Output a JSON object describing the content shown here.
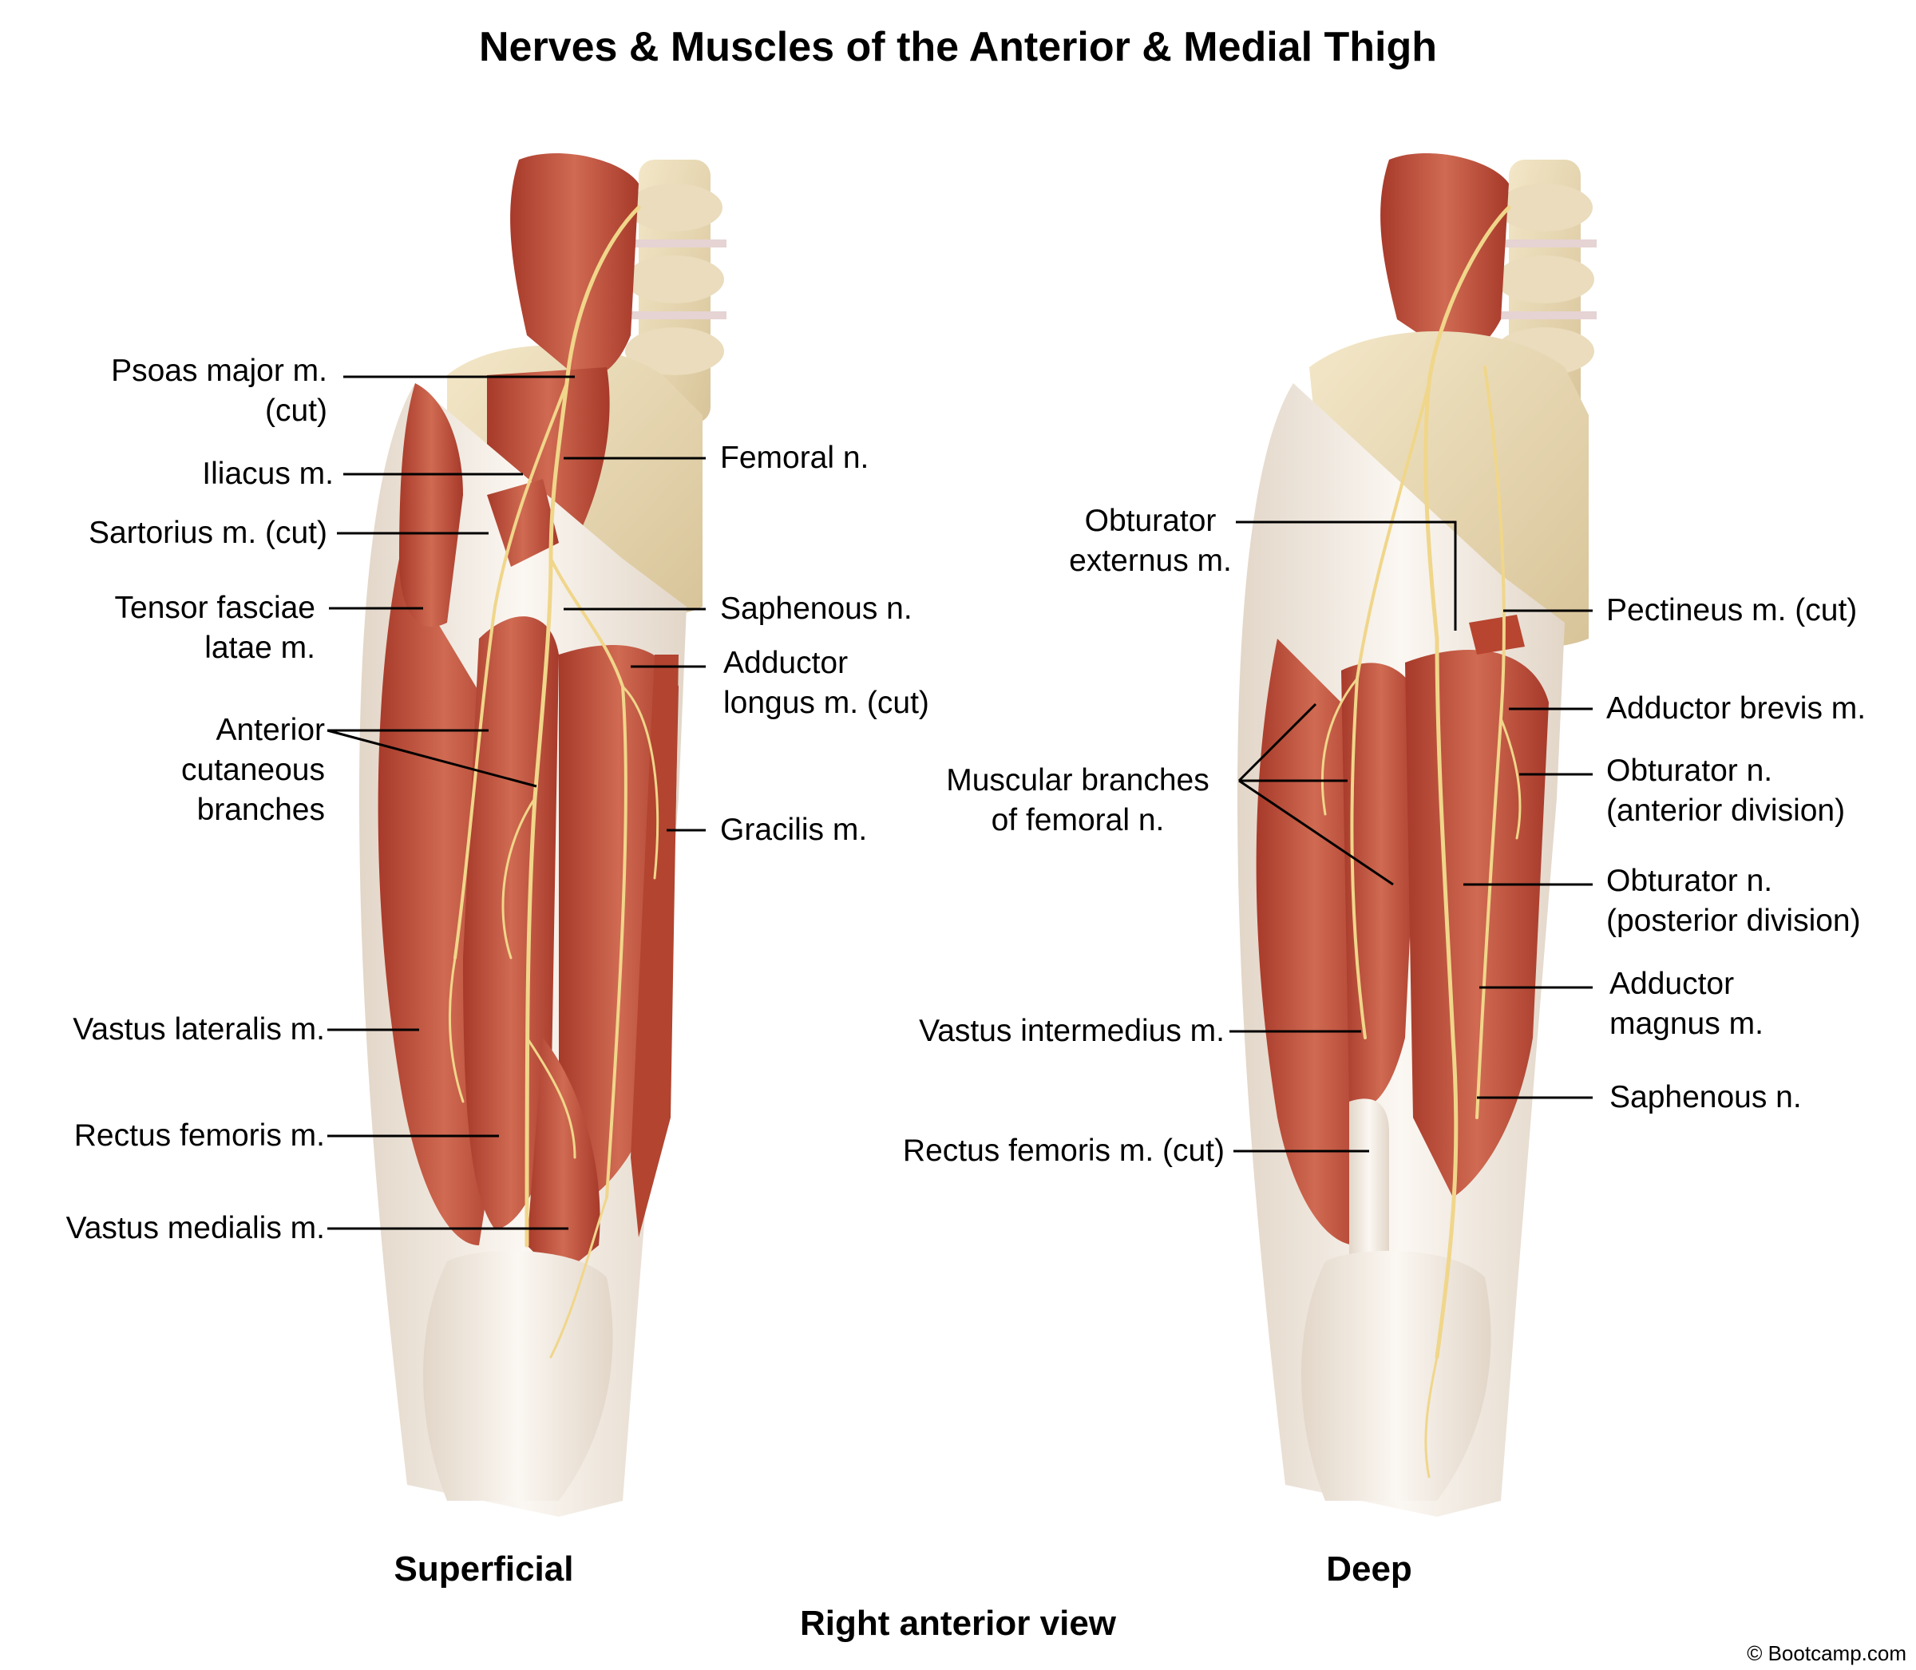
{
  "title": "Nerves & Muscles of the Anterior & Medial Thigh",
  "view_label": "Right anterior view",
  "copyright": "© Bootcamp.com",
  "colors": {
    "muscle": "#c24e3a",
    "muscle_dark": "#9e3526",
    "muscle_light": "#d9765e",
    "tendon": "#efe6dc",
    "bone": "#ead9b4",
    "nerve": "#f0d68a",
    "leader": "#000000"
  },
  "panels": {
    "superficial": {
      "label": "Superficial",
      "labels": {
        "psoas_major": [
          "Psoas major m.",
          "(cut)"
        ],
        "iliacus": "Iliacus m.",
        "sartorius": "Sartorius m. (cut)",
        "tensor_fasciae_latae": [
          "Tensor fasciae",
          "latae m."
        ],
        "anterior_cutaneous": [
          "Anterior",
          "cutaneous",
          "branches"
        ],
        "vastus_lateralis": "Vastus lateralis m.",
        "rectus_femoris": "Rectus femoris m.",
        "vastus_medialis": "Vastus medialis m.",
        "femoral_n": "Femoral n.",
        "saphenous_n": "Saphenous n.",
        "adductor_longus": [
          "Adductor",
          "longus m. (cut)"
        ],
        "gracilis": "Gracilis m."
      }
    },
    "deep": {
      "label": "Deep",
      "labels": {
        "obturator_externus": [
          "Obturator",
          "externus m."
        ],
        "muscular_branches": [
          "Muscular branches",
          "of femoral n."
        ],
        "vastus_intermedius": "Vastus intermedius m.",
        "rectus_femoris_cut": "Rectus femoris m. (cut)",
        "pectineus": "Pectineus m. (cut)",
        "adductor_brevis": "Adductor brevis m.",
        "obturator_anterior": [
          "Obturator n.",
          "(anterior division)"
        ],
        "obturator_posterior": [
          "Obturator n.",
          "(posterior division)"
        ],
        "adductor_magnus": [
          "Adductor",
          "magnus m."
        ],
        "saphenous_n": "Saphenous n."
      }
    }
  }
}
